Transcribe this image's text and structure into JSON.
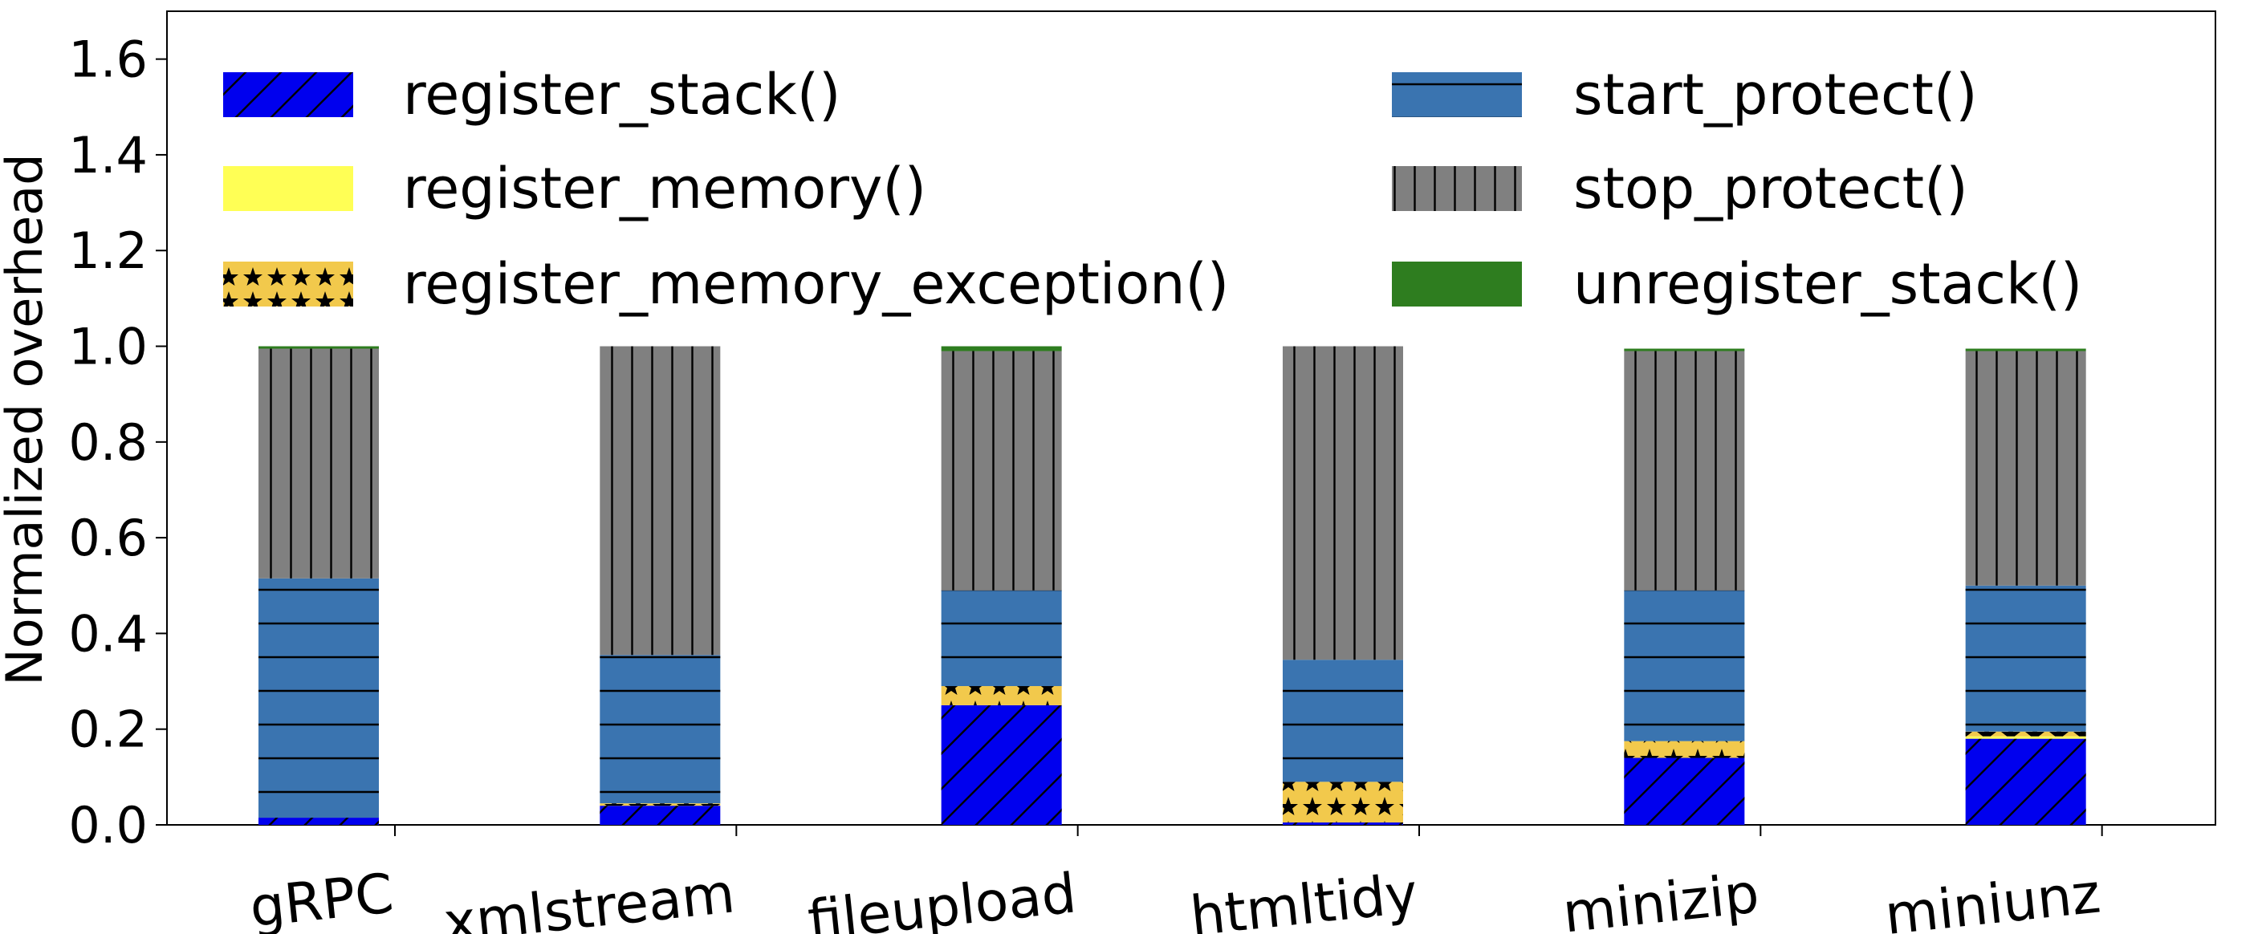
{
  "chart_data": {
    "type": "bar",
    "stacked": true,
    "title": "",
    "xlabel": "",
    "ylabel": "Normalized overhead",
    "ylim": [
      0,
      1.7
    ],
    "yticks": [
      "0.0",
      "0.2",
      "0.4",
      "0.6",
      "0.8",
      "1.0",
      "1.2",
      "1.4",
      "1.6"
    ],
    "grid": false,
    "legend_position": "top",
    "categories": [
      "gRPC",
      "xmlstream",
      "fileupload",
      "htmltidy",
      "minizip",
      "miniunz"
    ],
    "series": [
      {
        "name": "register_stack()",
        "color": "#0000ee",
        "pattern": "diagonal-hatch",
        "values": [
          0.015,
          0.04,
          0.25,
          0.005,
          0.14,
          0.18
        ]
      },
      {
        "name": "register_memory()",
        "color": "#ffff55",
        "pattern": "solid",
        "values": [
          0.0,
          0.0,
          0.0,
          0.0,
          0.0,
          0.005
        ]
      },
      {
        "name": "register_memory_exception()",
        "color": "#f2c94c",
        "pattern": "stars",
        "values": [
          0.0,
          0.005,
          0.04,
          0.085,
          0.035,
          0.01
        ]
      },
      {
        "name": "start_protect()",
        "color": "#3a74b0",
        "pattern": "horizontal-hatch",
        "values": [
          0.5,
          0.31,
          0.2,
          0.255,
          0.315,
          0.305
        ]
      },
      {
        "name": "stop_protect()",
        "color": "#808080",
        "pattern": "vertical-hatch",
        "values": [
          0.48,
          0.645,
          0.5,
          0.655,
          0.5,
          0.49
        ]
      },
      {
        "name": "unregister_stack()",
        "color": "#2e7d1f",
        "pattern": "solid",
        "values": [
          0.005,
          0.0,
          0.01,
          0.0,
          0.005,
          0.005
        ]
      }
    ]
  }
}
